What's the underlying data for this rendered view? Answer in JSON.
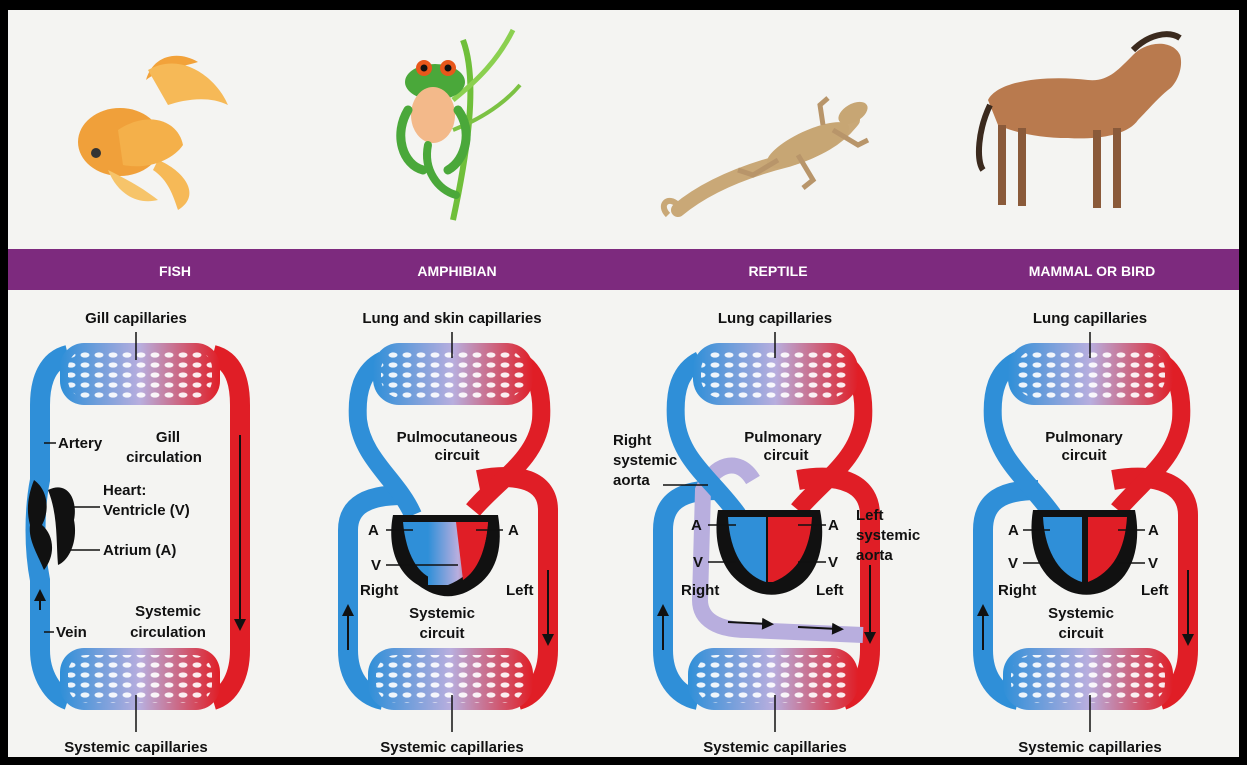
{
  "colors": {
    "band": "#7d2a7e",
    "oxygen_poor": "#2f8fd8",
    "oxygen_rich": "#e01e26",
    "mixed": "#b8aede",
    "heart": "#111111"
  },
  "icons": [
    "goldfish-icon",
    "tree-frog-icon",
    "lizard-icon",
    "horse-icon"
  ],
  "columns": [
    {
      "header": "FISH",
      "top_label": "Gill capillaries",
      "bottom_label": "Systemic capillaries",
      "labels": {
        "artery": "Artery",
        "gill_circ_1": "Gill",
        "gill_circ_2": "circulation",
        "heart": "Heart:",
        "ventricle": "Ventricle (V)",
        "atrium": "Atrium (A)",
        "vein": "Vein",
        "sys_circ_1": "Systemic",
        "sys_circ_2": "circulation"
      }
    },
    {
      "header": "AMPHIBIAN",
      "top_label": "Lung and skin capillaries",
      "bottom_label": "Systemic capillaries",
      "labels": {
        "upper_1": "Pulmocutaneous",
        "upper_2": "circuit",
        "a_left": "A",
        "a_right": "A",
        "v": "V",
        "right": "Right",
        "left": "Left",
        "lower_1": "Systemic",
        "lower_2": "circuit"
      }
    },
    {
      "header": "REPTILE",
      "top_label": "Lung capillaries",
      "bottom_label": "Systemic capillaries",
      "labels": {
        "upper_1": "Pulmonary",
        "upper_2": "circuit",
        "rsa_1": "Right",
        "rsa_2": "systemic",
        "rsa_3": "aorta",
        "lsa_1": "Left",
        "lsa_2": "systemic",
        "lsa_3": "aorta",
        "a_left": "A",
        "a_right": "A",
        "v_left": "V",
        "v_right": "V",
        "right": "Right",
        "left": "Left"
      }
    },
    {
      "header": "MAMMAL OR BIRD",
      "top_label": "Lung capillaries",
      "bottom_label": "Systemic capillaries",
      "labels": {
        "upper_1": "Pulmonary",
        "upper_2": "circuit",
        "a_left": "A",
        "a_right": "A",
        "v_left": "V",
        "v_right": "V",
        "right": "Right",
        "left": "Left",
        "lower_1": "Systemic",
        "lower_2": "circuit"
      }
    }
  ]
}
